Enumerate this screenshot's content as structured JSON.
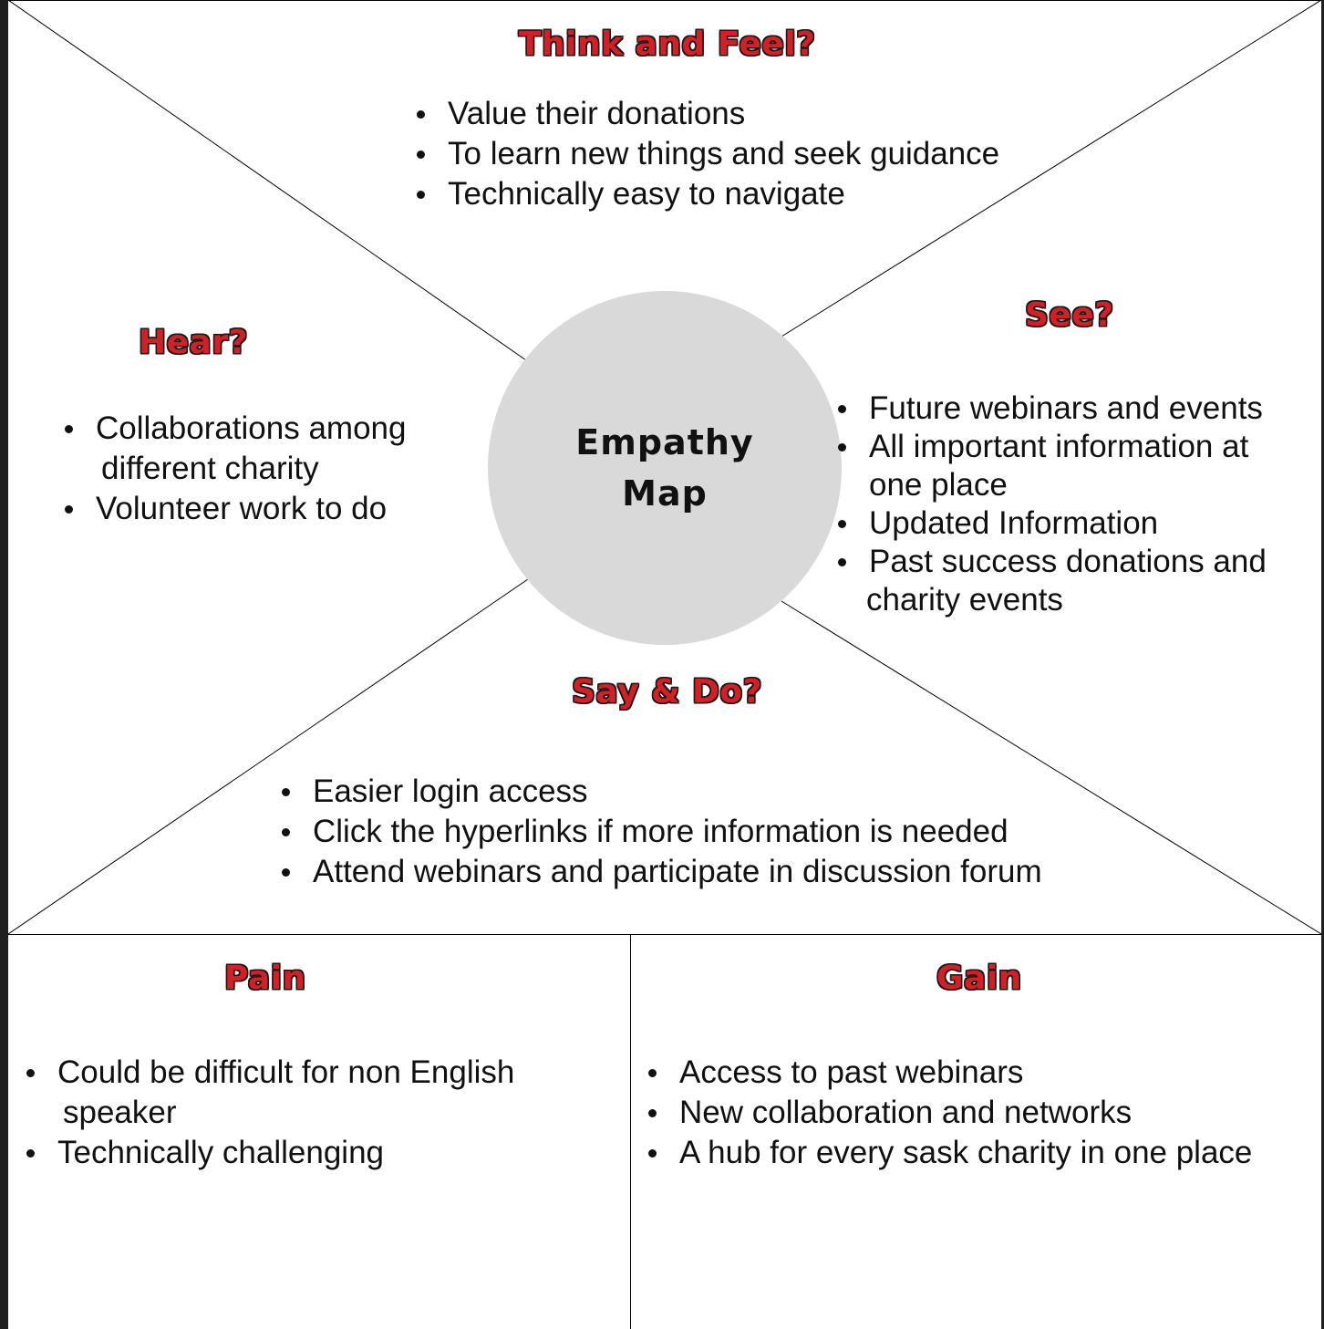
{
  "title": "Empathy Map",
  "colors": {
    "heading": "#d32027",
    "circle": "#d9d9d9",
    "lines": "#000000",
    "background": "#ffffff"
  },
  "think_feel": {
    "heading": "Think and Feel?",
    "items": [
      "Value their donations",
      "To learn new things and seek guidance",
      "Technically easy to navigate"
    ]
  },
  "hear": {
    "heading": "Hear?",
    "items": [
      {
        "line1": "Collaborations among",
        "line2": "different charity"
      },
      {
        "line1": "Volunteer work to do"
      }
    ]
  },
  "see": {
    "heading": "See?",
    "items": [
      {
        "line1": "Future webinars and events"
      },
      {
        "line1": "All important information at",
        "line2": "one place"
      },
      {
        "line1": "Updated Information"
      },
      {
        "line1": "Past success donations and",
        "line2": "charity events"
      }
    ]
  },
  "say_do": {
    "heading": "Say & Do?",
    "items": [
      "Easier login access",
      "Click the hyperlinks if more information is needed",
      "Attend webinars and participate in discussion forum"
    ]
  },
  "pain": {
    "heading": "Pain",
    "items": [
      {
        "line1": "Could be difficult for non English",
        "line2": "speaker"
      },
      {
        "line1": "Technically challenging"
      }
    ]
  },
  "gain": {
    "heading": "Gain",
    "items": [
      "Access to past webinars",
      "New collaboration and networks",
      "A hub for every sask charity in one place"
    ]
  }
}
